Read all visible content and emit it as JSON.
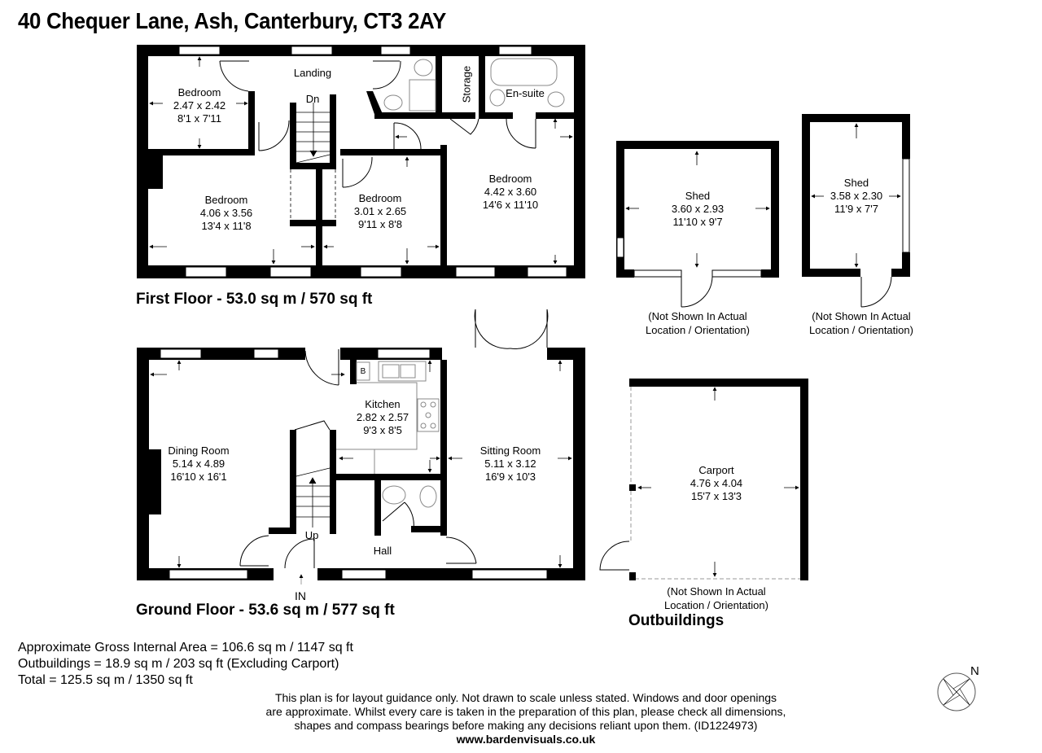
{
  "title": "40 Chequer Lane, Ash, Canterbury, CT3 2AY",
  "first_floor": {
    "label": "First Floor - 53.0 sq m / 570 sq ft",
    "rooms": [
      {
        "name": "Bedroom",
        "metric": "2.47 x 2.42",
        "imperial": "8'1 x 7'11"
      },
      {
        "name": "Bedroom",
        "metric": "4.06 x 3.56",
        "imperial": "13'4 x 11'8"
      },
      {
        "name": "Bedroom",
        "metric": "3.01 x 2.65",
        "imperial": "9'11 x 8'8"
      },
      {
        "name": "Bedroom",
        "metric": "4.42 x 3.60",
        "imperial": "14'6 x 11'10"
      }
    ],
    "landing": "Landing",
    "stairs": "Dn",
    "storage": "Storage",
    "ensuite": "En-suite"
  },
  "ground_floor": {
    "label": "Ground Floor - 53.6 sq m / 577 sq ft",
    "rooms": [
      {
        "name": "Dining Room",
        "metric": "5.14 x 4.89",
        "imperial": "16'10 x 16'1"
      },
      {
        "name": "Kitchen",
        "metric": "2.82 x 2.57",
        "imperial": "9'3 x 8'5"
      },
      {
        "name": "Sitting Room",
        "metric": "5.11 x 3.12",
        "imperial": "16'9 x 10'3"
      }
    ],
    "hall": "Hall",
    "stairs": "Up",
    "entrance": "IN",
    "boiler": "B"
  },
  "outbuildings": {
    "label": "Outbuildings",
    "sheds": [
      {
        "name": "Shed",
        "metric": "3.60 x 2.93",
        "imperial": "11'10 x 9'7",
        "note_line1": "(Not Shown In Actual",
        "note_line2": "Location / Orientation)"
      },
      {
        "name": "Shed",
        "metric": "3.58 x 2.30",
        "imperial": "11'9 x 7'7",
        "note_line1": "(Not Shown In Actual",
        "note_line2": "Location / Orientation)"
      }
    ],
    "carport": {
      "name": "Carport",
      "metric": "4.76 x 4.04",
      "imperial": "15'7 x 13'3",
      "note_line1": "(Not Shown In Actual",
      "note_line2": "Location / Orientation)"
    }
  },
  "area_summary": {
    "gross": "Approximate Gross Internal Area = 106.6 sq m / 1147 sq ft",
    "outbuildings": "Outbuildings = 18.9 sq m / 203 sq ft (Excluding Carport)",
    "total": "Total = 125.5 sq m / 1350 sq ft"
  },
  "disclaimer": {
    "line1": "This plan is for layout guidance only. Not drawn to scale unless stated. Windows and door openings",
    "line2": "are approximate. Whilst every care is taken in the preparation of this plan, please check all dimensions,",
    "line3": "shapes and compass bearings before making any decisions reliant upon them. (ID1224973)",
    "url": "www.bardenvisuals.co.uk"
  },
  "compass": {
    "label": "N",
    "icon": "compass-rose-icon"
  }
}
